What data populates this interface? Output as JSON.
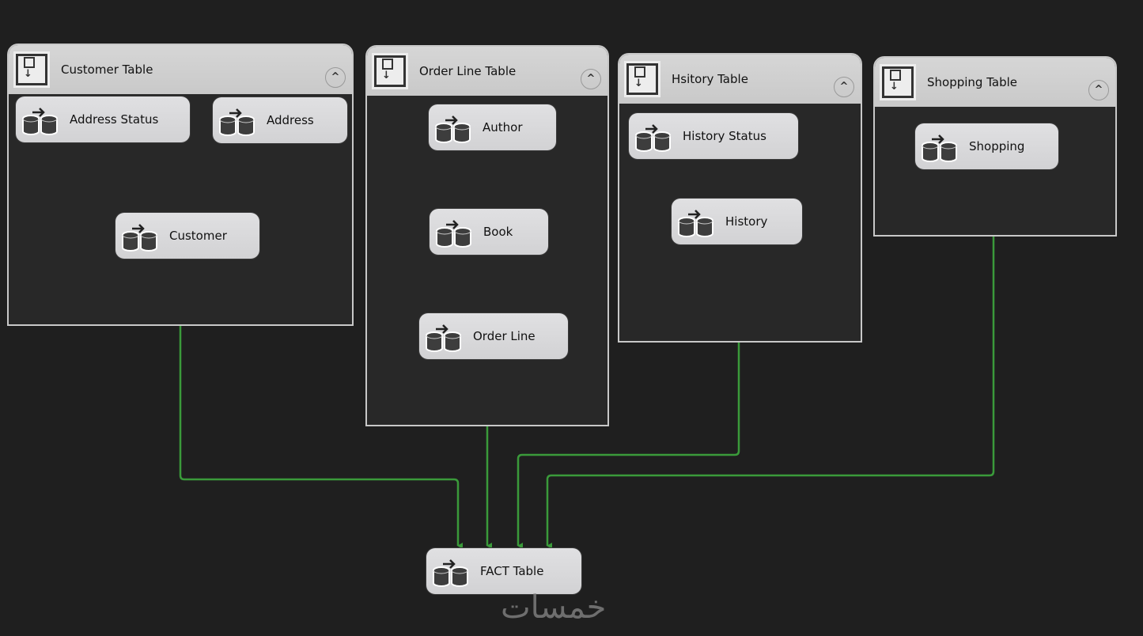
{
  "colors": {
    "edge": "#3a9a3a",
    "background": "#1f1f1f"
  },
  "containers": [
    {
      "title": "Customer Table",
      "icon": "sequence-container-icon",
      "collapse": "^"
    },
    {
      "title": "Order Line Table",
      "icon": "sequence-container-icon",
      "collapse": "^"
    },
    {
      "title": "Hsitory Table",
      "icon": "sequence-container-icon",
      "collapse": "^"
    },
    {
      "title": "Shopping Table",
      "icon": "sequence-container-icon",
      "collapse": "^"
    }
  ],
  "nodes": {
    "address_status": "Address Status",
    "address": "Address",
    "customer": "Customer",
    "author": "Author",
    "book": "Book",
    "order_line": "Order Line",
    "history_status": "History Status",
    "history": "History",
    "shopping": "Shopping",
    "fact_table": "FACT Table"
  },
  "watermark": "خمسات"
}
